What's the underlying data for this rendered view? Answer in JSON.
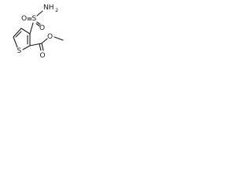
{
  "molecule": {
    "labels": {
      "sulfonamide_nitrogen": "NH",
      "sulfonamide_nitrogen_subscript": "2",
      "sulfur_sulfonyl": "S",
      "sulfonyl_oxygen_left": "O",
      "sulfonyl_oxygen_bottom": "O",
      "ring_sulfur": "S",
      "carbonyl_oxygen": "O",
      "ester_oxygen": "O"
    },
    "colors": {
      "bond": "#1a1a1a",
      "text": "#1a1a1a",
      "background": "#ffffff"
    }
  }
}
